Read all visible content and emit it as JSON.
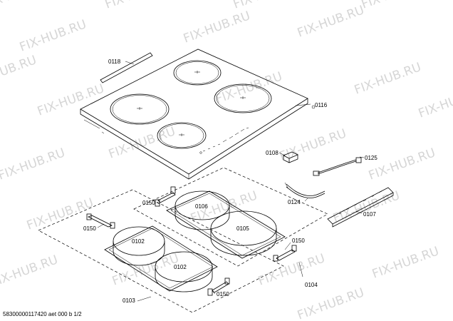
{
  "watermark": {
    "text": "FIX-HUB.RU",
    "color": "#d6d6d6"
  },
  "parts": {
    "p0118": "0118",
    "p0116": "0116",
    "p0108": "0108",
    "p0125": "0125",
    "p0124": "0124",
    "p0107": "0107",
    "p0150a": "0150",
    "p0150b": "0150",
    "p0150c": "0150",
    "p0150d": "0150",
    "p0106": "0106",
    "p0105": "0105",
    "p0102a": "0102",
    "p0102b": "0102",
    "p0103": "0103",
    "p0104": "0104"
  },
  "footer": {
    "doc_id": "58300000117420 aet 000 b 1/2"
  }
}
